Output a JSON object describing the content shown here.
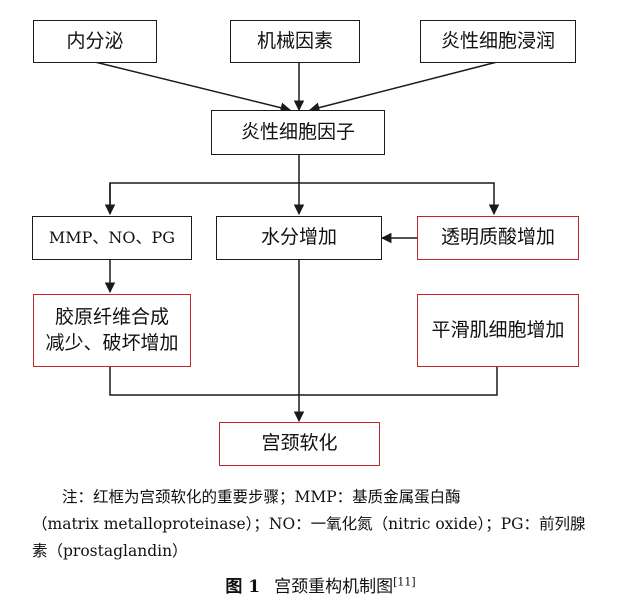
{
  "boxes": {
    "endocrine": "内分泌",
    "mechanical": "机械因素",
    "inflammatory_infiltration": "炎性细胞浸润",
    "inflammatory_factors": "炎性细胞因子",
    "mmp_no_pg": "MMP、NO、PG",
    "water_increase": "水分增加",
    "hyaluronic_increase": "透明质酸增加",
    "collagen_line1": "胶原纤维合成",
    "collagen_line2": "减少、破坏增加",
    "smooth_muscle": "平滑肌细胞增加",
    "cervical_softening": "宫颈软化"
  },
  "note": {
    "line1": "注：红框为宫颈软化的重要步骤；MMP：基质金属蛋白酶",
    "line2": "（matrix metalloproteinase）；NO：一氧化氮（nitric oxide）；PG：前列腺",
    "line3": "素（prostaglandin）"
  },
  "caption": {
    "figure_number": "图 1",
    "title": "宫颈重构机制图",
    "citation": "[11]"
  },
  "colors": {
    "black_border": "#1a1a1a",
    "red_border": "#c0262c"
  }
}
